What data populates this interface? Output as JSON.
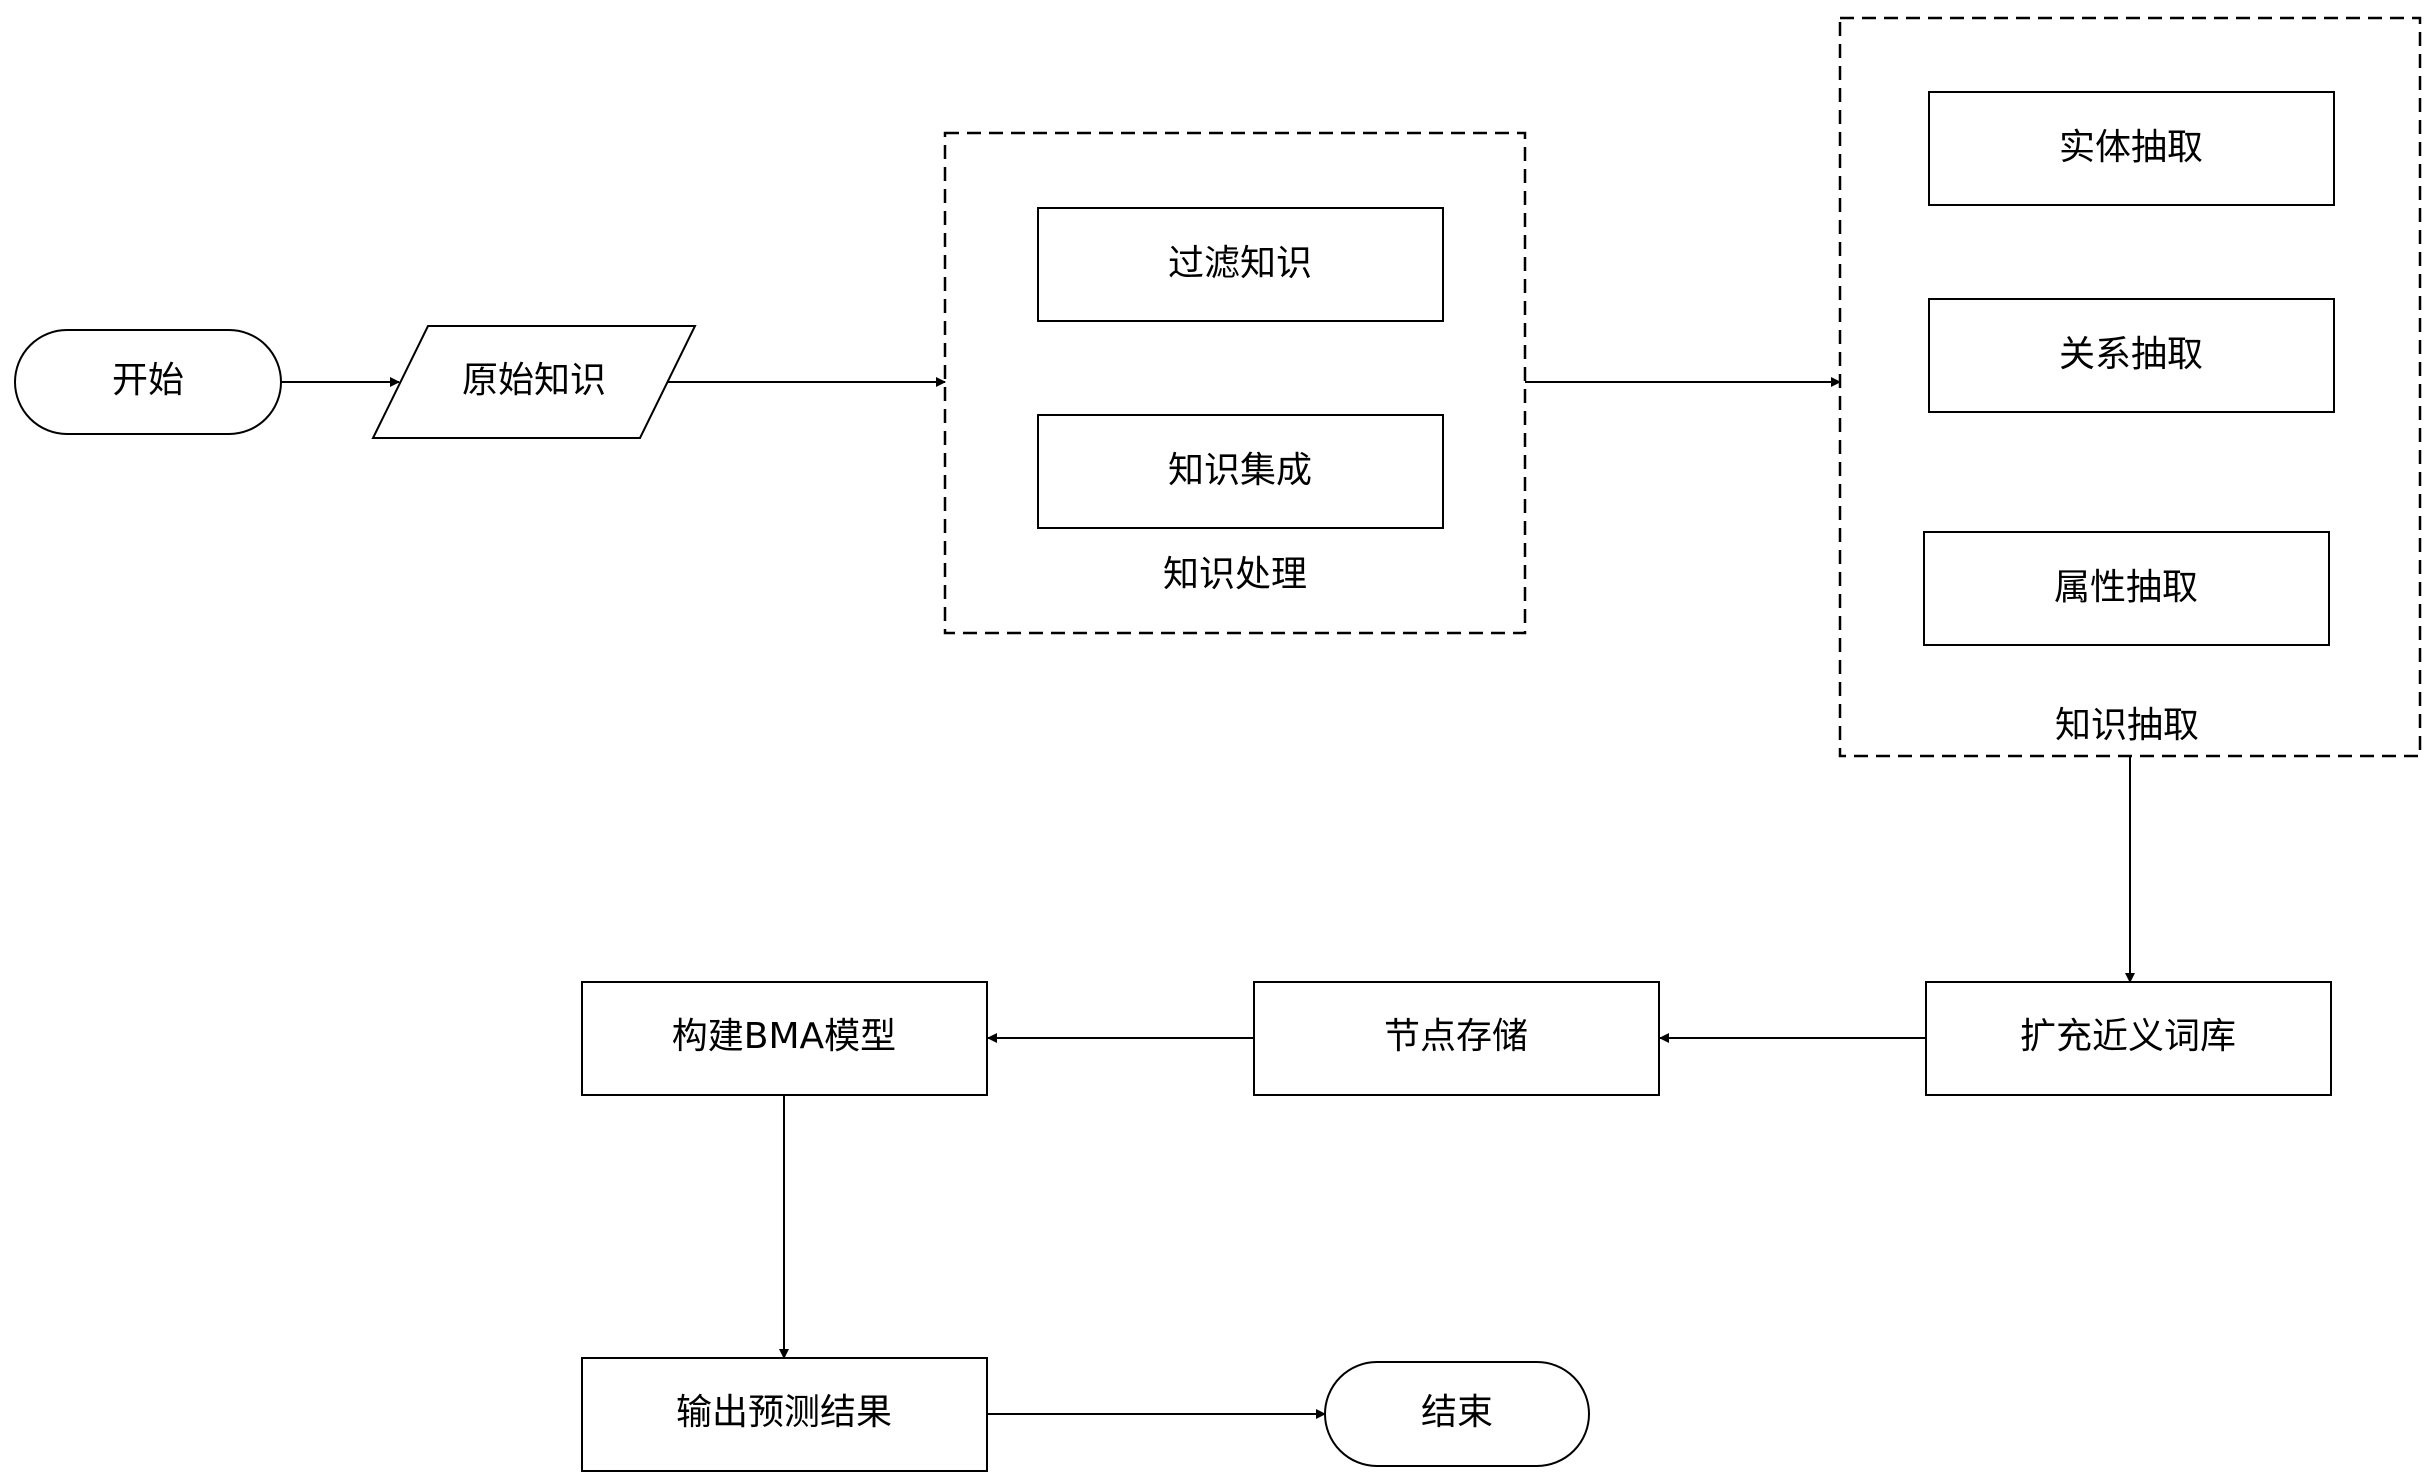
{
  "nodes": {
    "start": "开始",
    "raw_knowledge": "原始知识",
    "filter_knowledge": "过滤知识",
    "knowledge_integration": "知识集成",
    "entity_extraction": "实体抽取",
    "relation_extraction": "关系抽取",
    "attribute_extraction": "属性抽取",
    "expand_synonym_lexicon": "扩充近义词库",
    "node_storage": "节点存储",
    "build_bma_model": "构建BMA模型",
    "output_prediction": "输出预测结果",
    "end": "结束"
  },
  "groups": {
    "knowledge_processing": "知识处理",
    "knowledge_extraction": "知识抽取"
  }
}
